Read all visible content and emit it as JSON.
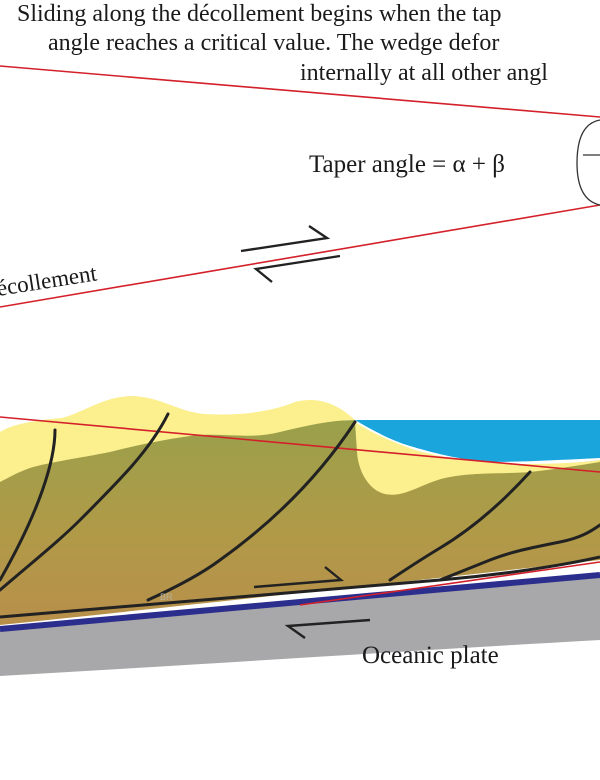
{
  "caption": {
    "line1": "Sliding along the décollement begins when the tap",
    "line2": "angle reaches a critical value. The wedge defor",
    "line3": "internally at all other angl"
  },
  "labels": {
    "taper_angle": "Taper angle = α + β",
    "decollement": "écollement",
    "oceanic_plate": "Oceanic plate",
    "br_mark": "BR"
  },
  "colors": {
    "red_line": "#d4202a",
    "sediment_yellow": "#fbef8e",
    "wedge_brown": "#b89a4c",
    "wedge_green": "#9aa04a",
    "water_blue": "#1aa6dc",
    "oceanic_gray": "#a8a8aa",
    "slab_blue": "#2b2e8c",
    "fault_black": "#222222"
  }
}
